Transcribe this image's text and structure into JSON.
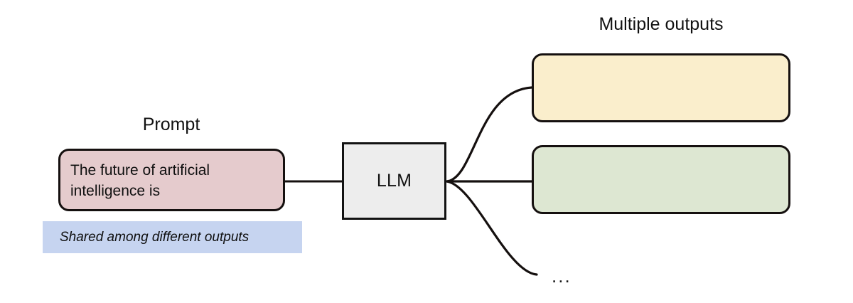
{
  "diagram": {
    "title_absent": true,
    "background_color": "#ffffff",
    "stroke_color": "#15100f"
  },
  "prompt_section": {
    "caption": "Prompt",
    "box": {
      "text": "The future of artificial intelligence is",
      "fill_color": "#e5cbcd"
    },
    "note": {
      "text": "Shared among different outputs",
      "fill_color": "#c6d4f0"
    }
  },
  "model": {
    "label": "LLM",
    "fill_color": "#ededed"
  },
  "outputs_section": {
    "caption": "Multiple outputs",
    "boxes": [
      {
        "label": "",
        "fill_color": "#faeecc"
      },
      {
        "label": "",
        "fill_color": "#dde7d2"
      }
    ],
    "ellipsis": "..."
  },
  "connectors": {
    "prompt_to_llm": "straight",
    "llm_to_output_1": "curve-up",
    "llm_to_output_2": "straight",
    "llm_to_ellipsis": "curve-down"
  }
}
